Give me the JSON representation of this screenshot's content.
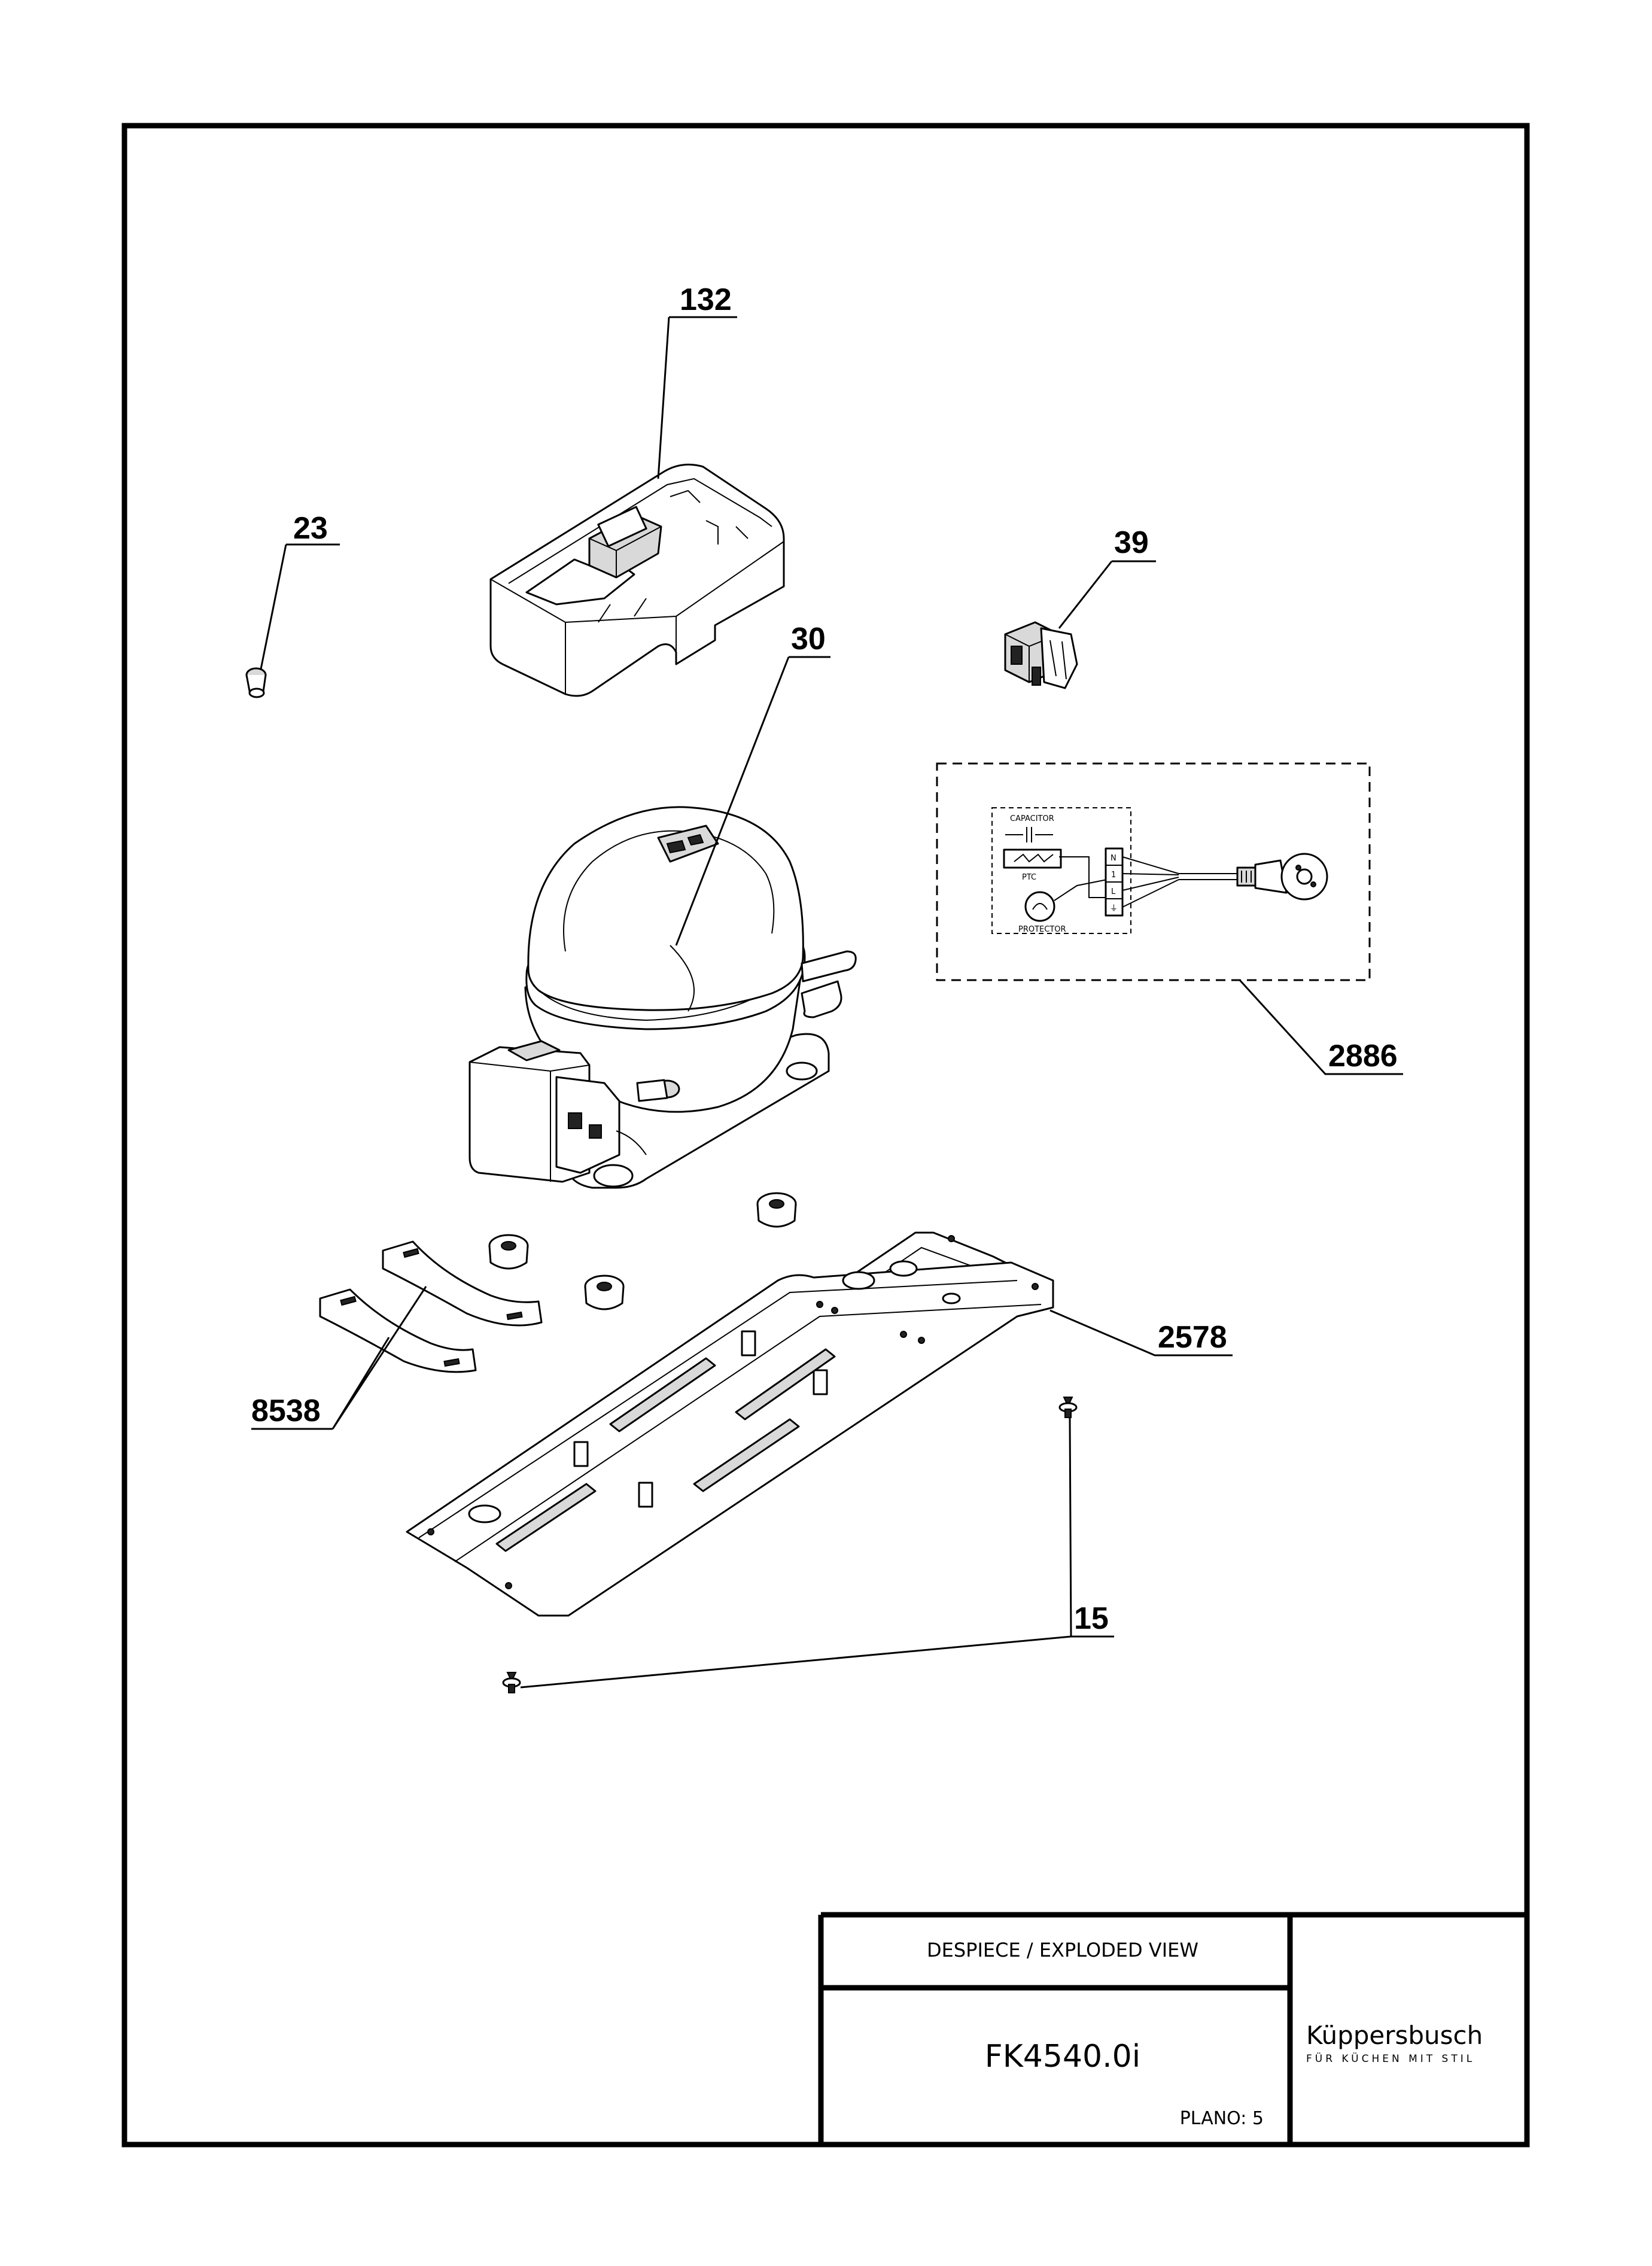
{
  "drawing": {
    "callouts": {
      "p132": "132",
      "p23": "23",
      "p39": "39",
      "p30": "30",
      "p2886": "2886",
      "p2578": "2578",
      "p8538": "8538",
      "p15": "15"
    },
    "wiring_labels": {
      "capacitor": "CAPACITOR",
      "ptc": "PTC",
      "protector": "PROTECTOR",
      "terminal_n": "N",
      "terminal_1": "1",
      "terminal_l": "L",
      "terminal_earth": "⏚"
    }
  },
  "title_block": {
    "heading": "DESPIECE / EXPLODED VIEW",
    "model": "FK4540.0i",
    "sheet": "PLANO: 5",
    "brand": "Küppersbusch",
    "slogan": "FÜR KÜCHEN MIT STIL"
  }
}
